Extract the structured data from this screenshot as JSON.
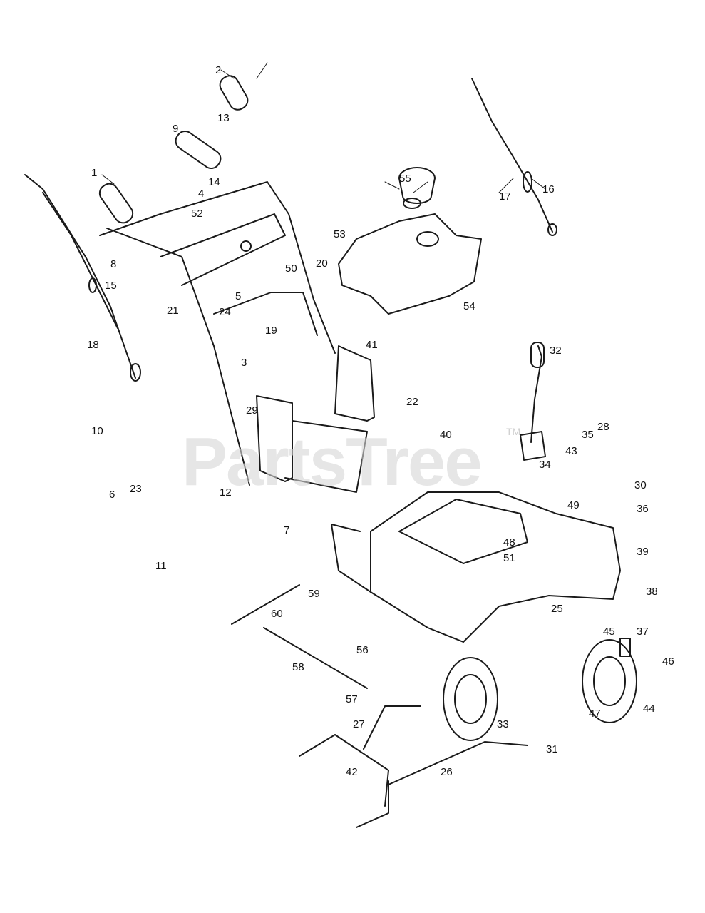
{
  "watermark": {
    "text": "PartsTree",
    "trademark": "TM"
  },
  "callouts": [
    "1",
    "2",
    "3",
    "4",
    "5",
    "6",
    "7",
    "8",
    "9",
    "10",
    "11",
    "12",
    "13",
    "14",
    "15",
    "16",
    "17",
    "18",
    "19",
    "20",
    "21",
    "22",
    "23",
    "24",
    "25",
    "26",
    "27",
    "28",
    "29",
    "30",
    "31",
    "32",
    "33",
    "34",
    "35",
    "36",
    "37",
    "38",
    "39",
    "40",
    "41",
    "42",
    "43",
    "44",
    "45",
    "46",
    "47",
    "48",
    "49",
    "50",
    "51",
    "52",
    "53",
    "54",
    "55",
    "56",
    "57",
    "58",
    "59",
    "60"
  ]
}
